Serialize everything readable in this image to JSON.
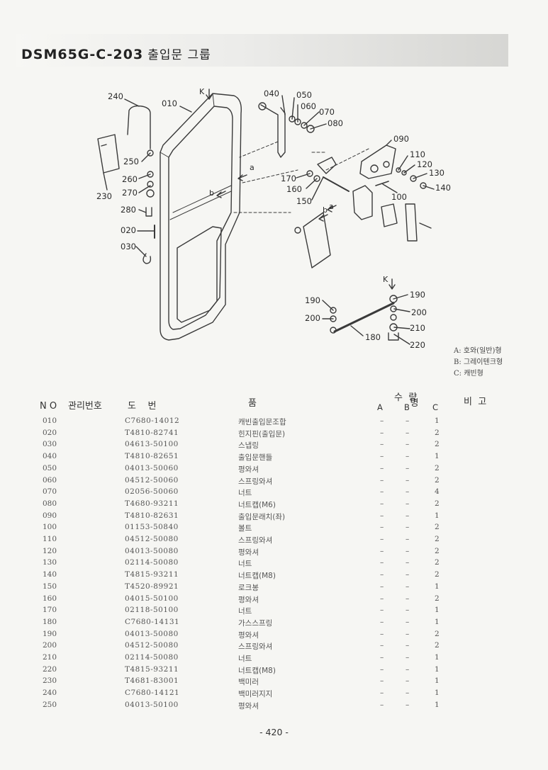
{
  "header": {
    "code": "DSM65G-C-203",
    "title_kr": "출입문 그룹"
  },
  "diagram": {
    "labels": [
      "240",
      "010",
      "040",
      "050",
      "060",
      "070",
      "080",
      "090",
      "110",
      "120",
      "130",
      "140",
      "250",
      "260",
      "270",
      "280",
      "020",
      "030",
      "230",
      "170",
      "160",
      "150",
      "100",
      "190",
      "200",
      "180",
      "190",
      "200",
      "210",
      "220"
    ],
    "letters": [
      "K",
      "K",
      "a",
      "b",
      "b",
      "a"
    ]
  },
  "legend": {
    "a": "A: 호와(일반)형",
    "b": "B: 그레이텐크형",
    "c": "C: 캐빈형"
  },
  "table": {
    "headers": {
      "no": "N O",
      "mgmt": "관리번호",
      "drawing": "도    번",
      "name": "품    명",
      "qty": "수  량",
      "qty_a": "A",
      "qty_b": "B",
      "qty_c": "C",
      "remark": "비  고"
    },
    "rows": [
      {
        "no": "010",
        "part": "C7680-14012",
        "name": "캐빈출입문조합",
        "a": "–",
        "b": "–",
        "c": "1"
      },
      {
        "no": "020",
        "part": "T4810-82741",
        "name": "힌지핀(출입문)",
        "a": "–",
        "b": "–",
        "c": "2"
      },
      {
        "no": "030",
        "part": "04613-50100",
        "name": "스냅링",
        "a": "–",
        "b": "–",
        "c": "2"
      },
      {
        "no": "040",
        "part": "T4810-82651",
        "name": "출입문핸들",
        "a": "–",
        "b": "–",
        "c": "1"
      },
      {
        "no": "050",
        "part": "04013-50060",
        "name": "평와셔",
        "a": "–",
        "b": "–",
        "c": "2"
      },
      {
        "no": "060",
        "part": "04512-50060",
        "name": "스프링와셔",
        "a": "–",
        "b": "–",
        "c": "2"
      },
      {
        "no": "070",
        "part": "02056-50060",
        "name": "너트",
        "a": "–",
        "b": "–",
        "c": "4"
      },
      {
        "no": "080",
        "part": "T4680-93211",
        "name": "너트캡(M6)",
        "a": "–",
        "b": "–",
        "c": "2"
      },
      {
        "no": "090",
        "part": "T4810-82631",
        "name": "출입문래치(좌)",
        "a": "–",
        "b": "–",
        "c": "1"
      },
      {
        "no": "100",
        "part": "01153-50840",
        "name": "볼트",
        "a": "–",
        "b": "–",
        "c": "2"
      },
      {
        "no": "110",
        "part": "04512-50080",
        "name": "스프링와셔",
        "a": "–",
        "b": "–",
        "c": "2"
      },
      {
        "no": "120",
        "part": "04013-50080",
        "name": "평와셔",
        "a": "–",
        "b": "–",
        "c": "2"
      },
      {
        "no": "130",
        "part": "02114-50080",
        "name": "너트",
        "a": "–",
        "b": "–",
        "c": "2"
      },
      {
        "no": "140",
        "part": "T4815-93211",
        "name": "너트캡(M8)",
        "a": "–",
        "b": "–",
        "c": "2"
      },
      {
        "no": "150",
        "part": "T4520-89921",
        "name": "로크봉",
        "a": "–",
        "b": "–",
        "c": "1"
      },
      {
        "no": "160",
        "part": "04015-50100",
        "name": "평와셔",
        "a": "–",
        "b": "–",
        "c": "2"
      },
      {
        "no": "170",
        "part": "02118-50100",
        "name": "너트",
        "a": "–",
        "b": "–",
        "c": "1"
      },
      {
        "no": "180",
        "part": "C7680-14131",
        "name": "가스스프링",
        "a": "–",
        "b": "–",
        "c": "1"
      },
      {
        "no": "190",
        "part": "04013-50080",
        "name": "평와셔",
        "a": "–",
        "b": "–",
        "c": "2"
      },
      {
        "no": "200",
        "part": "04512-50080",
        "name": "스프링와셔",
        "a": "–",
        "b": "–",
        "c": "2"
      },
      {
        "no": "210",
        "part": "02114-50080",
        "name": "너트",
        "a": "–",
        "b": "–",
        "c": "1"
      },
      {
        "no": "220",
        "part": "T4815-93211",
        "name": "너트캡(M8)",
        "a": "–",
        "b": "–",
        "c": "1"
      },
      {
        "no": "230",
        "part": "T4681-83001",
        "name": "백미러",
        "a": "–",
        "b": "–",
        "c": "1"
      },
      {
        "no": "240",
        "part": "C7680-14121",
        "name": "백미러지지",
        "a": "–",
        "b": "–",
        "c": "1"
      },
      {
        "no": "250",
        "part": "04013-50100",
        "name": "평와셔",
        "a": "–",
        "b": "–",
        "c": "1"
      }
    ]
  },
  "footer": {
    "page": "- 420 -"
  }
}
